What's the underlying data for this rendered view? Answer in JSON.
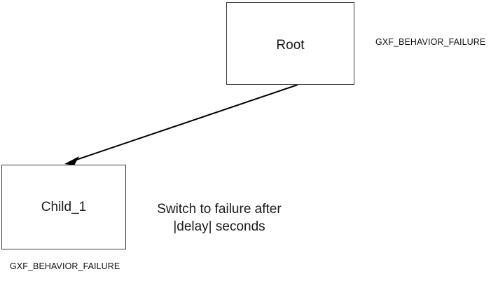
{
  "diagram": {
    "background_color": "#ffffff",
    "node_border_color": "#3c3c3c",
    "edge_color": "#000000",
    "text_color": "#1a1a1a",
    "nodes": [
      {
        "id": "root",
        "label": "Root",
        "status_label": "GXF_BEHAVIOR_FAILURE"
      },
      {
        "id": "child_1",
        "label": "Child_1",
        "status_label": "GXF_BEHAVIOR_FAILURE"
      }
    ],
    "edges": [
      {
        "from": "root",
        "to": "child_1",
        "annotation_line_1": "Switch to failure after",
        "annotation_line_2": "|delay| seconds"
      }
    ]
  }
}
